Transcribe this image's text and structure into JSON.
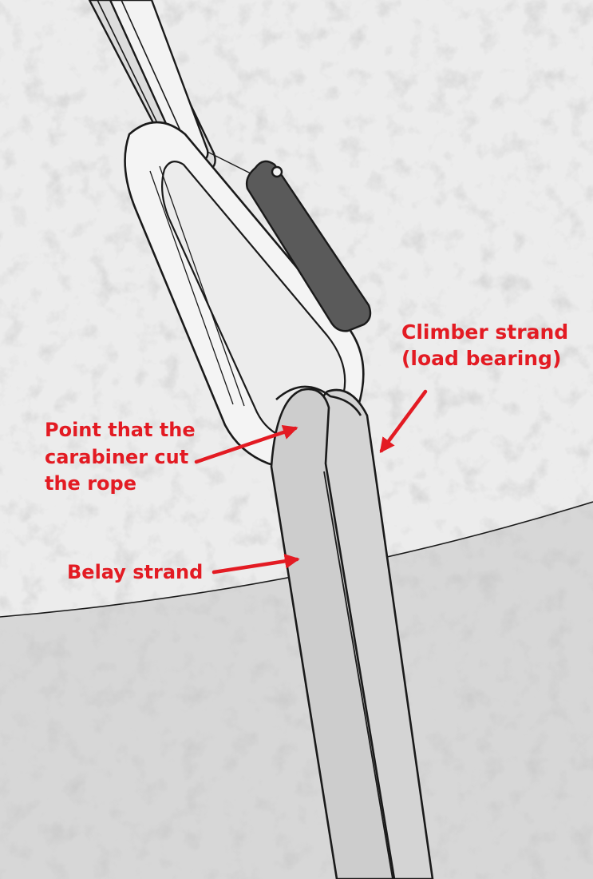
{
  "callouts": {
    "climber_strand": {
      "lines": [
        "Climber strand",
        "(load bearing)"
      ]
    },
    "cut_point": {
      "lines": [
        "Point that the",
        "carabiner cut",
        "the rope"
      ]
    },
    "belay_strand": {
      "lines": [
        "Belay strand"
      ]
    }
  },
  "colors": {
    "callout_red": "#e31b23",
    "background_upper": "#ebebeb",
    "background_lower": "#d6d6d6",
    "carabiner_fill": "#f4f4f4",
    "gate": "#5a5a5a",
    "rope_fill": "#d0d0d0",
    "outline": "#1a1a1a"
  },
  "icons": {
    "carabiner": "carabiner-icon",
    "rope": "rope-icon",
    "sling": "sling-icon",
    "arrow": "arrow-icon"
  }
}
